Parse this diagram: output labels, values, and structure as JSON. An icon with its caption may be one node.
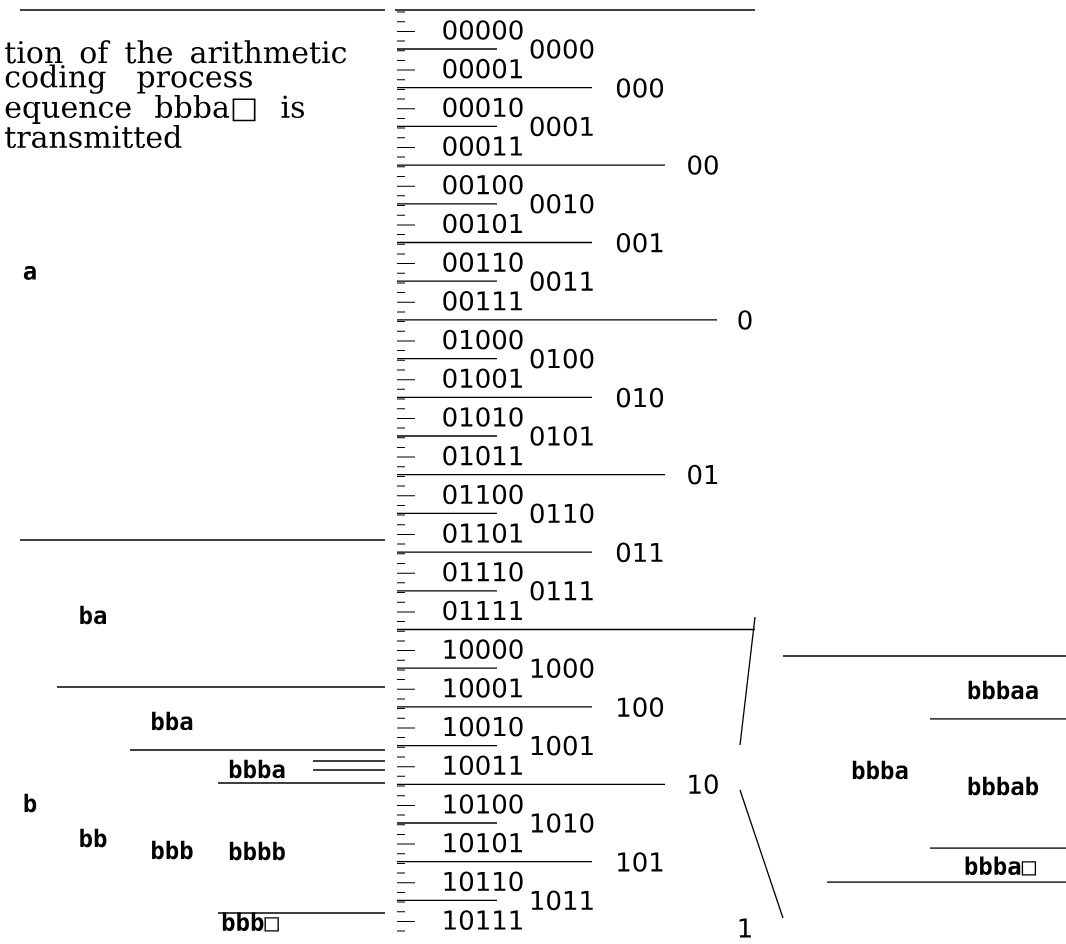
{
  "diagram": {
    "title": "tion of the arithmetic coding process equence bbba□ is transmitted",
    "labels": [
      "a",
      "ba",
      "bba",
      "bbba",
      "b",
      "bb",
      "bbb",
      "bbbb",
      "bbb□",
      "00000",
      "00001",
      "00010",
      "00011",
      "00100",
      "00101",
      "00110",
      "00111",
      "01000",
      "01001",
      "01010",
      "01011",
      "01100",
      "01101",
      "01110",
      "01111",
      "10000",
      "10001",
      "10010",
      "10011",
      "10100",
      "10101",
      "10110",
      "10111",
      "0000",
      "0001",
      "0010",
      "0011",
      "0100",
      "0101",
      "0110",
      "0111",
      "1000",
      "1001",
      "1010",
      "1011",
      "000",
      "001",
      "010",
      "011",
      "100",
      "101",
      "00",
      "01",
      "10",
      "0",
      "1",
      "bbba",
      "bbbaa",
      "bbbab",
      "bbba□"
    ]
  }
}
